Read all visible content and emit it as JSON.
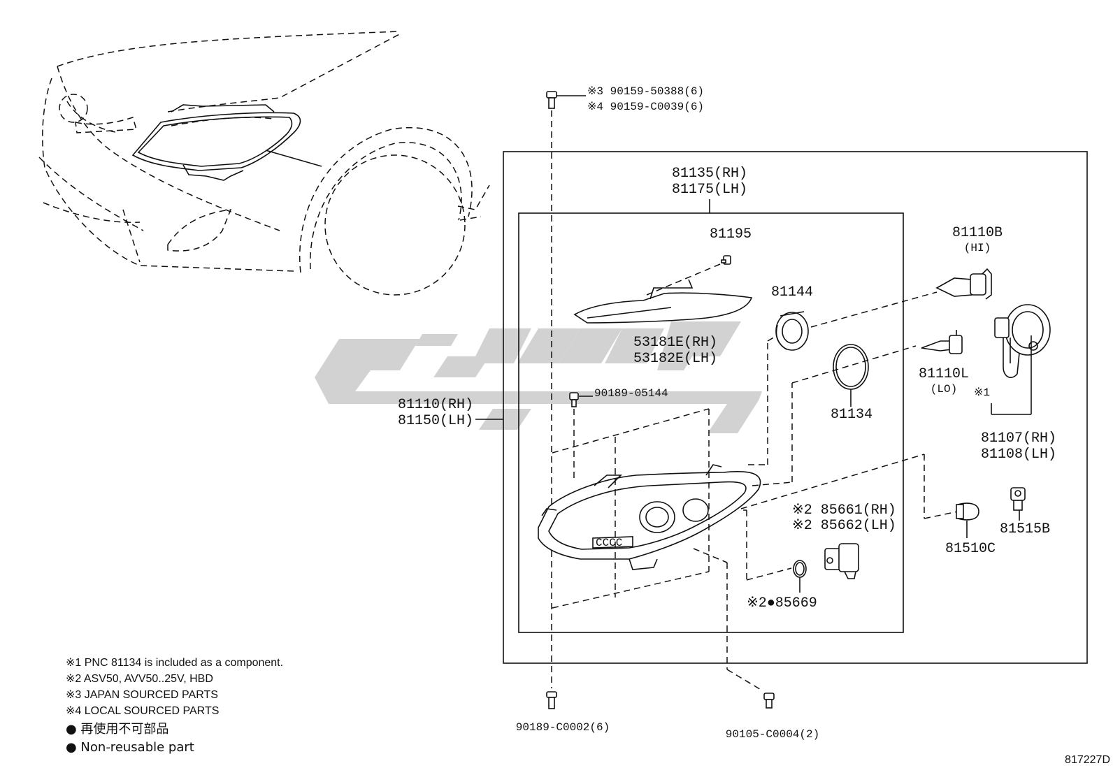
{
  "parts": {
    "bolt_top_jp": "※3 90159-50388(6)",
    "bolt_top_local": "※4 90159-C0039(6)",
    "unit_rh": "81135(RH)",
    "unit_lh": "81175(LH)",
    "screw_81195": "81195",
    "cover_rh": "53181E(RH)",
    "cover_lh": "53182E(LH)",
    "cap_81144": "81144",
    "bulb_hi_no": "81110B",
    "bulb_hi_tag": "(HI)",
    "bulb_lo_no": "81110L",
    "bulb_lo_tag": "(LO)",
    "gasket_81134": "81134",
    "assy_rh": "81110(RH)",
    "assy_lh": "81150(LH)",
    "screw_90189": "90189-05144",
    "socket_note_mark": "※1",
    "socket_rh": "81107(RH)",
    "socket_lh": "81108(LH)",
    "level_rh": "※2 85661(RH)",
    "level_lh": "※2 85662(LH)",
    "oring": "※2●85669",
    "bulb_81510c": "81510C",
    "socket_81515b": "81515B",
    "bolt_bottom": "90189-C0002(6)",
    "bolt_bottom_right": "90105-C0004(2)"
  },
  "notes": [
    "※1 PNC 81134 is included as a component.",
    "※2 ASV50, AVV50..25V, HBD",
    "※3 JAPAN SOURCED PARTS",
    "※4 LOCAL SOURCED PARTS",
    "● 再使用不可部品",
    "● Non-reusable part"
  ],
  "diagram_id": "817227D"
}
